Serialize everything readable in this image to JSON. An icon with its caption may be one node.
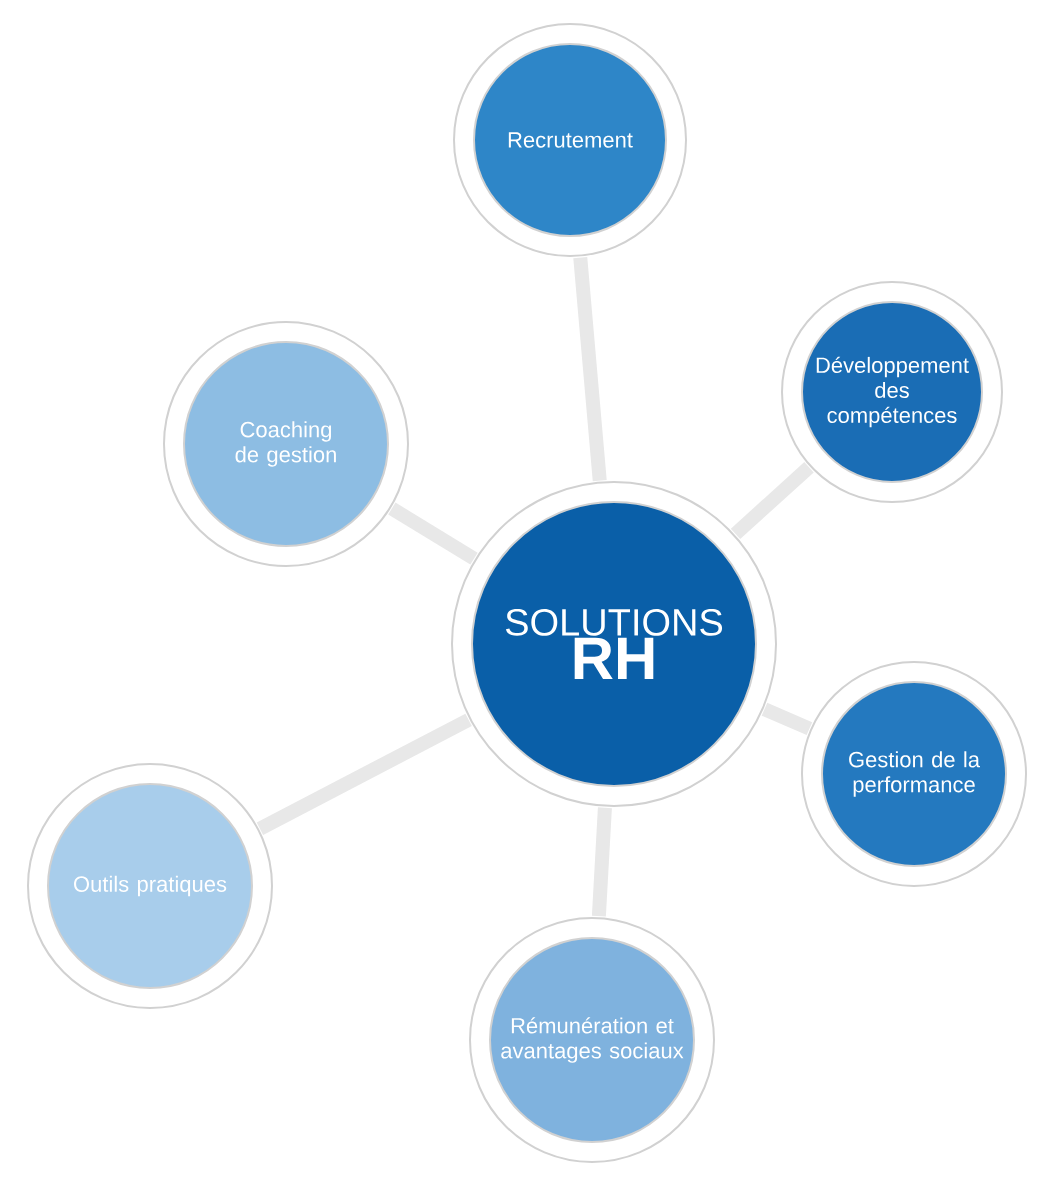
{
  "diagram": {
    "nodes": [
      {
        "text": [
          "SOLUTIONS",
          "RH"
        ]
      },
      {
        "text": [
          "Recrutement"
        ]
      },
      {
        "text": [
          "Développement des compétences"
        ]
      },
      {
        "text": [
          "Coaching de gestion"
        ]
      },
      {
        "text": [
          "Gestion de la performance"
        ]
      },
      {
        "text": [
          "Outils pratiques"
        ]
      },
      {
        "text": [
          "Rémunération et avantages sociaux"
        ]
      }
    ],
    "edges": [
      {
        "from": 0,
        "to": 1,
        "arrow": "none"
      },
      {
        "from": 0,
        "to": 2,
        "arrow": "none"
      },
      {
        "from": 0,
        "to": 3,
        "arrow": "none"
      },
      {
        "from": 0,
        "to": 4,
        "arrow": "none"
      },
      {
        "from": 0,
        "to": 5,
        "arrow": "none"
      },
      {
        "from": 0,
        "to": 6,
        "arrow": "none"
      }
    ]
  }
}
